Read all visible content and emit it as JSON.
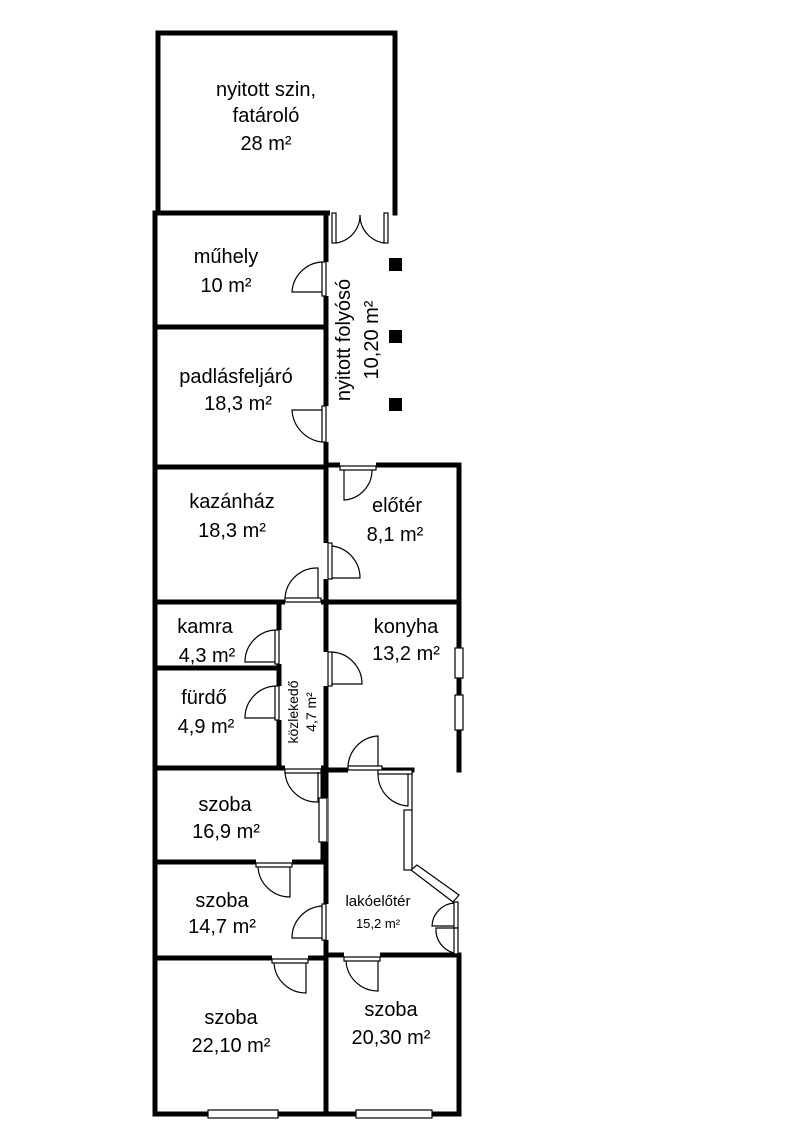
{
  "colors": {
    "wall": "#000000",
    "background": "#ffffff"
  },
  "rooms": {
    "szin": {
      "name1": "nyitott szin,",
      "name2": "fatároló",
      "area": "28 m²"
    },
    "muhely": {
      "name": "műhely",
      "area": "10 m²"
    },
    "folyoso": {
      "name": "nyitott folyósó",
      "area": "10,20 m²"
    },
    "padlas": {
      "name": "padlásfeljáró",
      "area": "18,3 m²"
    },
    "kazan": {
      "name": "kazánház",
      "area": "18,3 m²"
    },
    "eloter": {
      "name": "előtér",
      "area": "8,1 m²"
    },
    "kamra": {
      "name": "kamra",
      "area": "4,3 m²"
    },
    "konyha": {
      "name": "konyha",
      "area": "13,2 m²"
    },
    "furdo": {
      "name": "fürdő",
      "area": "4,9 m²"
    },
    "kozlekedo": {
      "name": "közlekedő",
      "area": "4,7 m²"
    },
    "szoba1": {
      "name": "szoba",
      "area": "16,9 m²"
    },
    "szoba2": {
      "name": "szoba",
      "area": "14,7 m²"
    },
    "lakoeloter": {
      "name": "lakóelőtér",
      "area": "15,2 m²"
    },
    "szoba3": {
      "name": "szoba",
      "area": "22,10 m²"
    },
    "szoba4": {
      "name": "szoba",
      "area": "20,30 m²"
    }
  }
}
